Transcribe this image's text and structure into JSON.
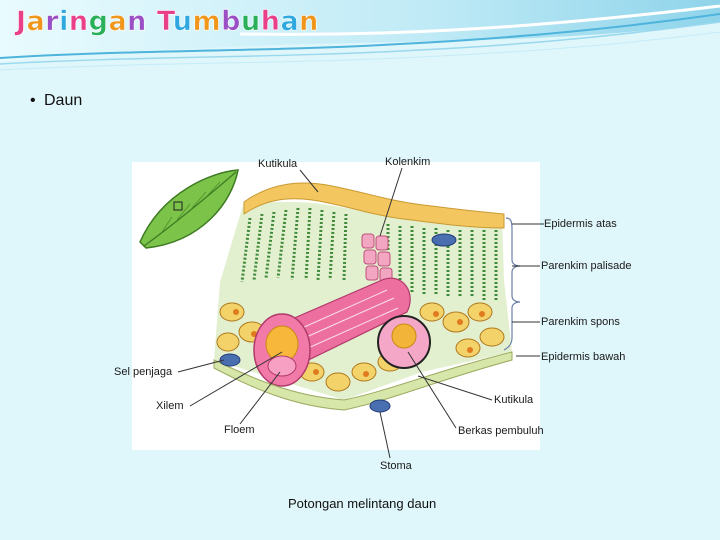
{
  "slide": {
    "title": "Jaringan Tumbuhan",
    "title_colors": [
      "#e8418a",
      "#f0961c",
      "#9b4fc4",
      "#2fa8e0",
      "#e8418a",
      "#2bb05a",
      "#f0961c",
      "#9b4fc4",
      "#e8418a",
      "#2fa8e0",
      "#f0961c",
      "#9b4fc4",
      "#2bb05a",
      "#e8418a",
      "#2fa8e0",
      "#f0961c",
      "#9b4fc4"
    ],
    "bullet": "Daun",
    "background": "#dff6fb",
    "accent": "#3aa8d8"
  },
  "diagram": {
    "labels": {
      "kutikula_top": "Kutikula",
      "kolenkim": "Kolenkim",
      "epidermis_atas": "Epidermis atas",
      "parenkim_palisade": "Parenkim palisade",
      "parenkim_spons": "Parenkim spons",
      "epidermis_bawah": "Epidermis bawah",
      "sel_penjaga": "Sel penjaga",
      "kutikula_bottom": "Kutikula",
      "xilem": "Xilem",
      "floem": "Floem",
      "berkas_pembuluh": "Berkas pembuluh",
      "stoma": "Stoma"
    },
    "caption": "Potongan melintang daun"
  }
}
